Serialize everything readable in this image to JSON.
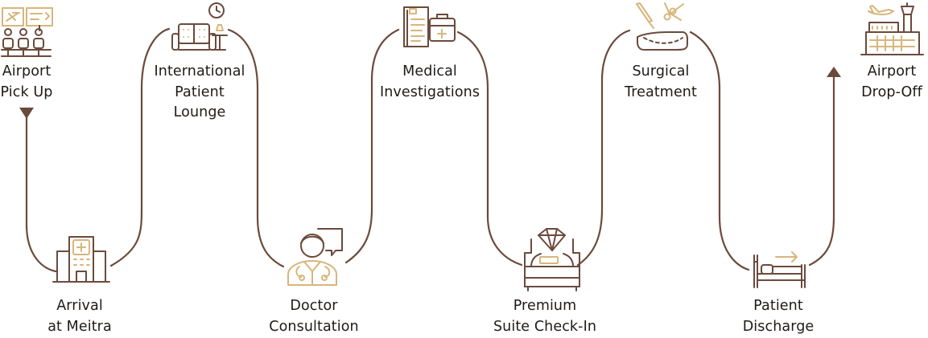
{
  "colors": {
    "line": "#6b4a3c",
    "accent": "#d7b67c",
    "text": "#1f1a17"
  },
  "steps": [
    {
      "icon": "airport-terminal-icon",
      "label": [
        "Airport",
        "Pick Up"
      ]
    },
    {
      "icon": "hospital-building-icon",
      "label": [
        "Arrival",
        "at Meitra"
      ]
    },
    {
      "icon": "lounge-sofa-icon",
      "label": [
        "International",
        "Patient",
        "Lounge"
      ]
    },
    {
      "icon": "doctor-icon",
      "label": [
        "Doctor",
        "Consultation"
      ]
    },
    {
      "icon": "medical-report-icon",
      "label": [
        "Medical",
        "Investigations"
      ]
    },
    {
      "icon": "premium-bed-diamond-icon",
      "label": [
        "Premium",
        "Suite Check-In"
      ]
    },
    {
      "icon": "surgical-tools-icon",
      "label": [
        "Surgical",
        "Treatment"
      ]
    },
    {
      "icon": "patient-bed-discharge-icon",
      "label": [
        "Patient",
        "Discharge"
      ]
    },
    {
      "icon": "airport-tower-icon",
      "label": [
        "Airport",
        "Drop-Off"
      ]
    }
  ]
}
